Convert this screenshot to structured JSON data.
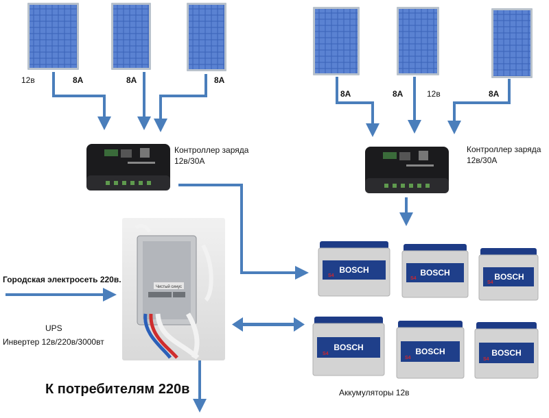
{
  "colors": {
    "arrow": "#4a7ebb",
    "panel": "#2a4fa0",
    "panel_cell": "#4c74c9",
    "controller": "#1c1c1e",
    "battery_body": "#d6d6d6",
    "battery_label": "#1f3f8a",
    "bosch_red": "#d1262b"
  },
  "icons": [
    "solar-panel-icon",
    "charge-controller-icon",
    "ups-inverter-icon",
    "car-battery-icon",
    "arrow-icon"
  ],
  "left_group": {
    "panel_labels": [
      "12в",
      "8А",
      "8А",
      "8А"
    ],
    "controller_label_line1": "Контроллер заряда",
    "controller_label_line2": "12в/30А"
  },
  "right_group": {
    "panel_labels": [
      "8А",
      "8А",
      "12в",
      "8А"
    ],
    "controller_label_line1": "Контроллер заряда",
    "controller_label_line2": "12в/30А"
  },
  "city_power_label": "Городская электросеть 220в.",
  "ups_label_line1": "UPS",
  "ups_label_line2": "Инвертер 12в/220в/3000вт",
  "consumers_label": "К потребителям 220в",
  "batteries_label": "Аккумуляторы 12в",
  "battery_brand": "BOSCH",
  "battery_model": "S4",
  "ups_device_label": "Чистый синус"
}
